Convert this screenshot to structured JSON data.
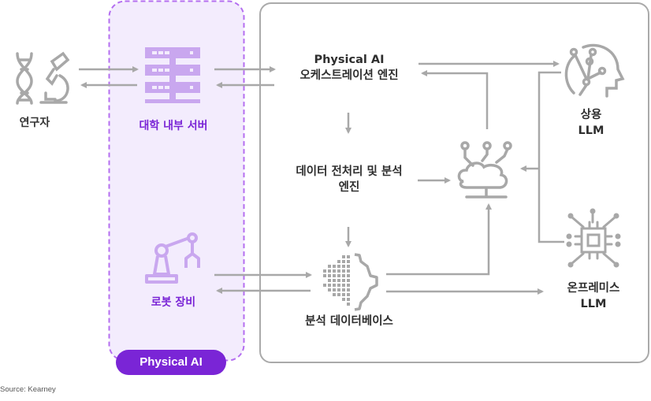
{
  "colors": {
    "accent_purple": "#7a25d6",
    "purple_icon": "#c9a7ef",
    "purple_fill": "#f3ecfd",
    "purple_dash": "#b46ef0",
    "gray": "#a8a8a8",
    "text_dark": "#333333"
  },
  "nodes": {
    "researcher": {
      "label": "연구자",
      "icon": "dna-microscope-icon"
    },
    "university_server": {
      "label": "대학 내부 서버",
      "icon": "server-rack-icon"
    },
    "robot_equipment": {
      "label": "로봇 장비",
      "icon": "robot-arm-icon"
    },
    "orchestration_engine": {
      "label_line1": "Physical AI",
      "label_line2": "오케스트레이션 엔진"
    },
    "preprocessing_engine": {
      "label_line1": "데이터 전처리 및 분석",
      "label_line2": "엔진"
    },
    "analysis_database": {
      "label": "분석 데이터베이스",
      "icon": "data-gear-icon"
    },
    "cloud_hub": {
      "icon": "cloud-network-icon"
    },
    "commercial_llm": {
      "label_line1": "상용",
      "label_line2": "LLM",
      "icon": "ai-head-icon"
    },
    "onprem_llm": {
      "label_line1": "온프레미스",
      "label_line2": "LLM",
      "icon": "chip-icon"
    }
  },
  "group_badge": "Physical AI",
  "source": "Source: Kearney"
}
